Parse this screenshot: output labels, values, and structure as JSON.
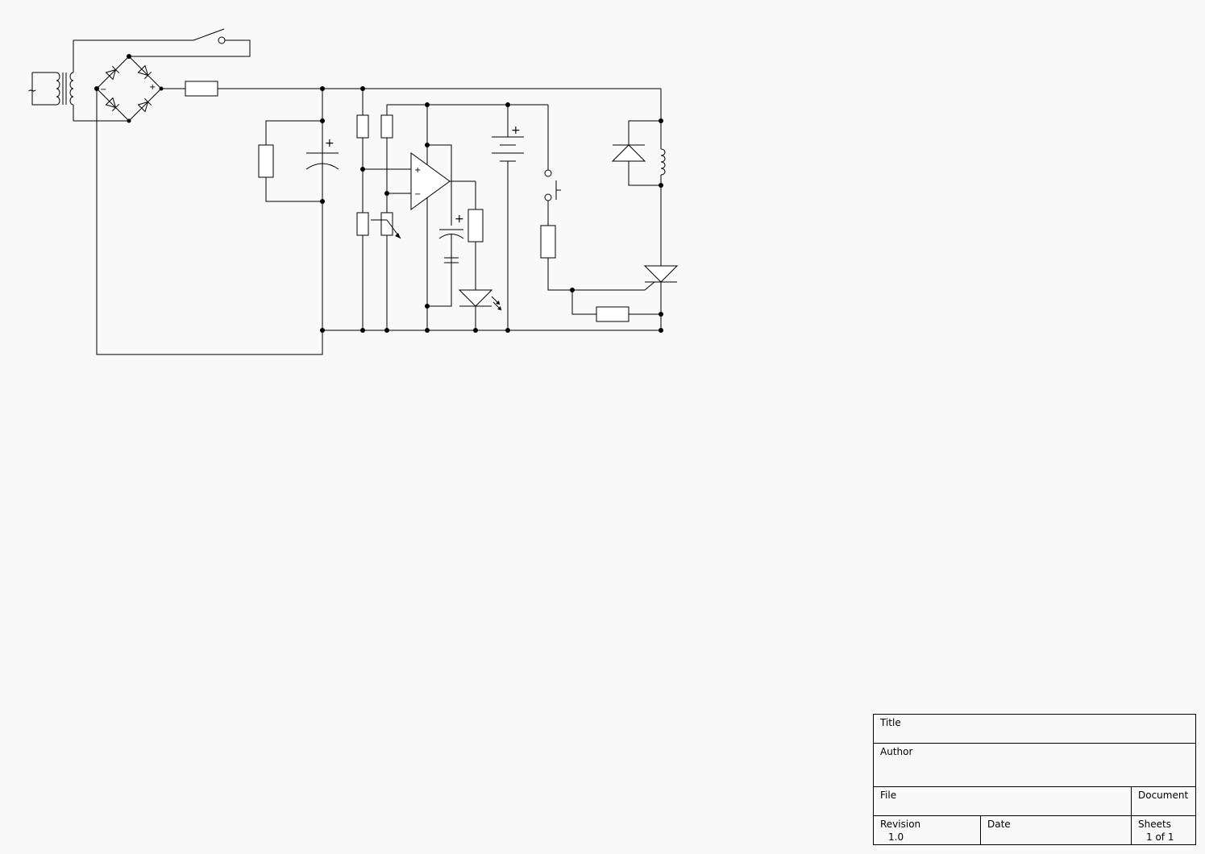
{
  "title_block": {
    "title_label": "Title",
    "title_value": "",
    "author_label": "Author",
    "author_value": "",
    "file_label": "File",
    "file_value": "",
    "document_label": "Document",
    "document_value": "",
    "revision_label": "Revision",
    "revision_value": "1.0",
    "date_label": "Date",
    "date_value": "",
    "sheets_label": "Sheets",
    "sheets_value": "1 of 1"
  },
  "symbols": {
    "plus": "+",
    "minus": "−",
    "tilde": "~"
  }
}
